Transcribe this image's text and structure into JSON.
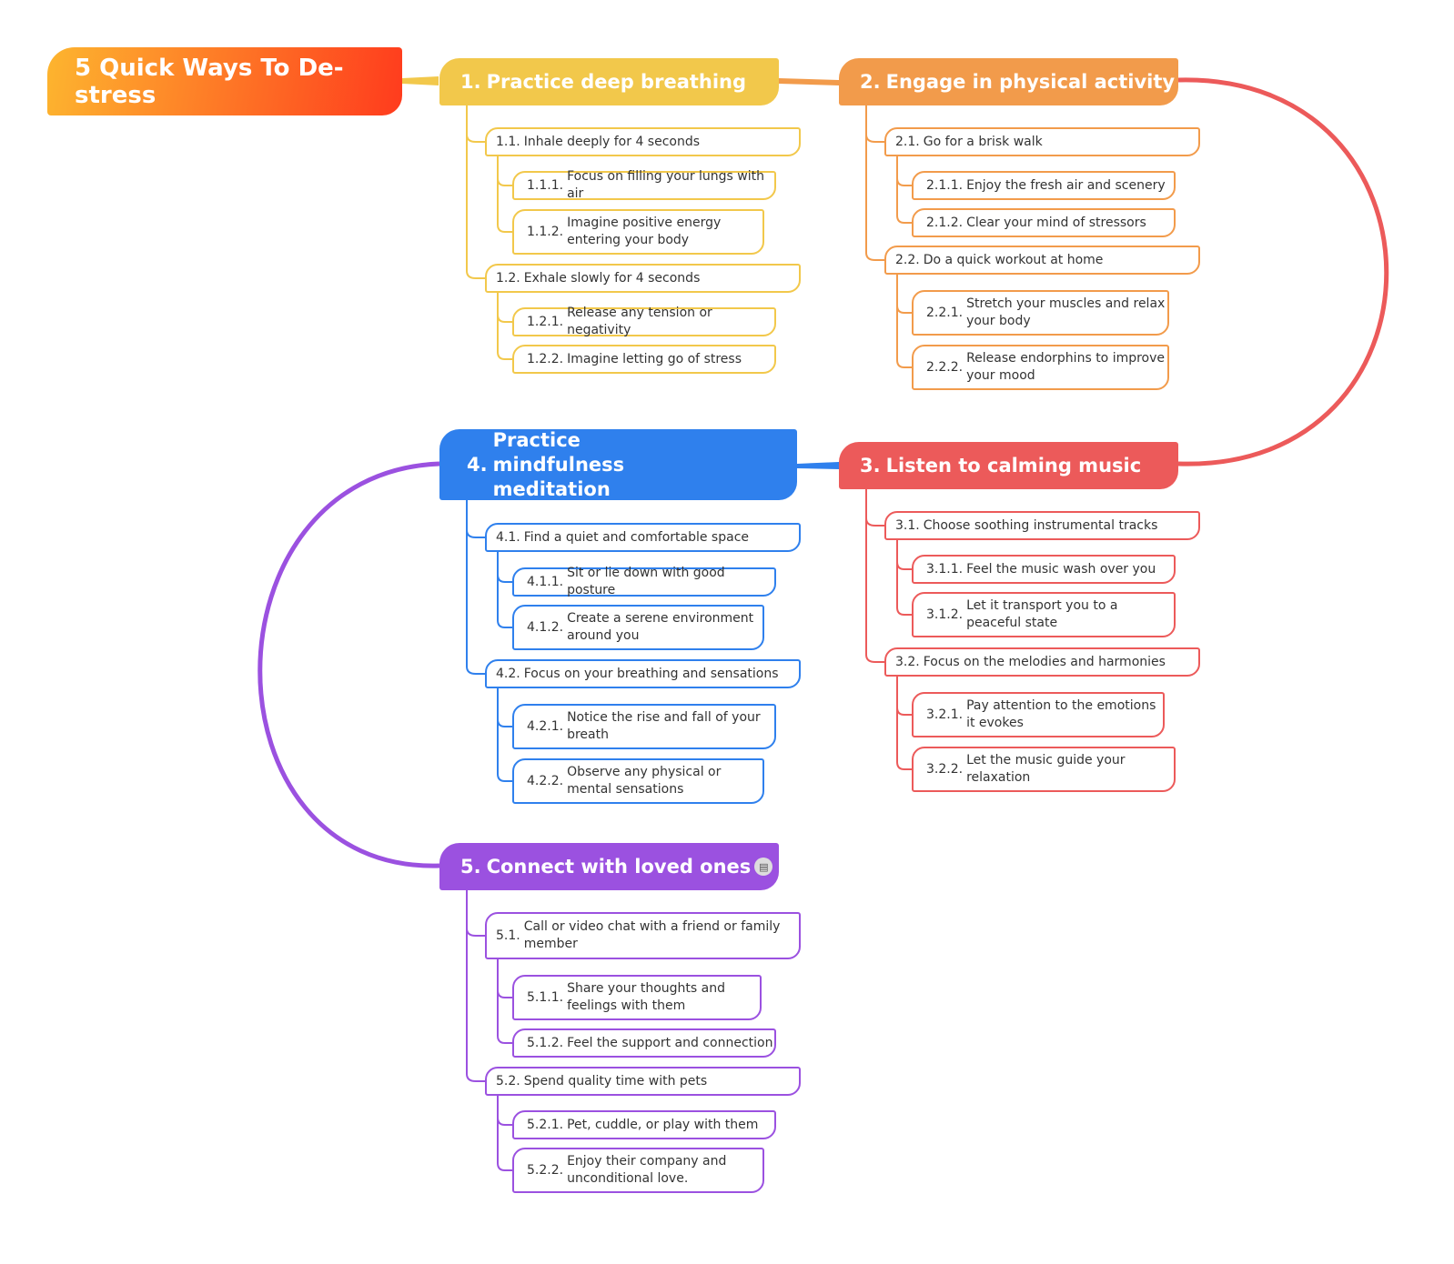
{
  "title": "5 Quick Ways To De-stress",
  "colors": {
    "t1": "#F2C84B",
    "t2": "#F29B4B",
    "t3": "#EC5A5A",
    "t4": "#2F80ED",
    "t5": "#9B51E0"
  },
  "topics": [
    {
      "num": "1.",
      "text": "Practice deep breathing",
      "items": [
        {
          "num": "1.1.",
          "text": "Inhale deeply for 4 seconds"
        },
        {
          "num": "1.1.1.",
          "text": "Focus on filling your lungs with air"
        },
        {
          "num": "1.1.2.",
          "text": "Imagine positive energy entering your body"
        },
        {
          "num": "1.2.",
          "text": "Exhale slowly for 4 seconds"
        },
        {
          "num": "1.2.1.",
          "text": "Release any tension or negativity"
        },
        {
          "num": "1.2.2.",
          "text": "Imagine letting go of stress"
        }
      ]
    },
    {
      "num": "2.",
      "text": "Engage in physical activity",
      "items": [
        {
          "num": "2.1.",
          "text": "Go for a brisk walk"
        },
        {
          "num": "2.1.1.",
          "text": "Enjoy the fresh air and scenery"
        },
        {
          "num": "2.1.2.",
          "text": "Clear your mind of stressors"
        },
        {
          "num": "2.2.",
          "text": "Do a quick workout at home"
        },
        {
          "num": "2.2.1.",
          "text": "Stretch your muscles and relax your body"
        },
        {
          "num": "2.2.2.",
          "text": "Release endorphins to improve your mood"
        }
      ]
    },
    {
      "num": "3.",
      "text": "Listen to calming music",
      "items": [
        {
          "num": "3.1.",
          "text": "Choose soothing instrumental tracks"
        },
        {
          "num": "3.1.1.",
          "text": "Feel the music wash over you"
        },
        {
          "num": "3.1.2.",
          "text": "Let it transport you to a peaceful state"
        },
        {
          "num": "3.2.",
          "text": "Focus on the melodies and harmonies"
        },
        {
          "num": "3.2.1.",
          "text": "Pay attention to the emotions it evokes"
        },
        {
          "num": "3.2.2.",
          "text": "Let the music guide your relaxation"
        }
      ]
    },
    {
      "num": "4.",
      "text": "Practice mindfulness meditation",
      "items": [
        {
          "num": "4.1.",
          "text": "Find a quiet and comfortable space"
        },
        {
          "num": "4.1.1.",
          "text": "Sit or lie down with good posture"
        },
        {
          "num": "4.1.2.",
          "text": "Create a serene environment around you"
        },
        {
          "num": "4.2.",
          "text": "Focus on your breathing and sensations"
        },
        {
          "num": "4.2.1.",
          "text": "Notice the rise and fall of your breath"
        },
        {
          "num": "4.2.2.",
          "text": "Observe any physical or mental sensations"
        }
      ]
    },
    {
      "num": "5.",
      "text": "Connect with loved ones",
      "icon": "note-icon",
      "items": [
        {
          "num": "5.1.",
          "text": "Call or video chat with a friend or family member"
        },
        {
          "num": "5.1.1.",
          "text": "Share your thoughts and feelings with them"
        },
        {
          "num": "5.1.2.",
          "text": "Feel the support and connection"
        },
        {
          "num": "5.2.",
          "text": "Spend quality time with pets"
        },
        {
          "num": "5.2.1.",
          "text": "Pet, cuddle, or play with them"
        },
        {
          "num": "5.2.2.",
          "text": "Enjoy their company and unconditional love."
        }
      ]
    }
  ]
}
